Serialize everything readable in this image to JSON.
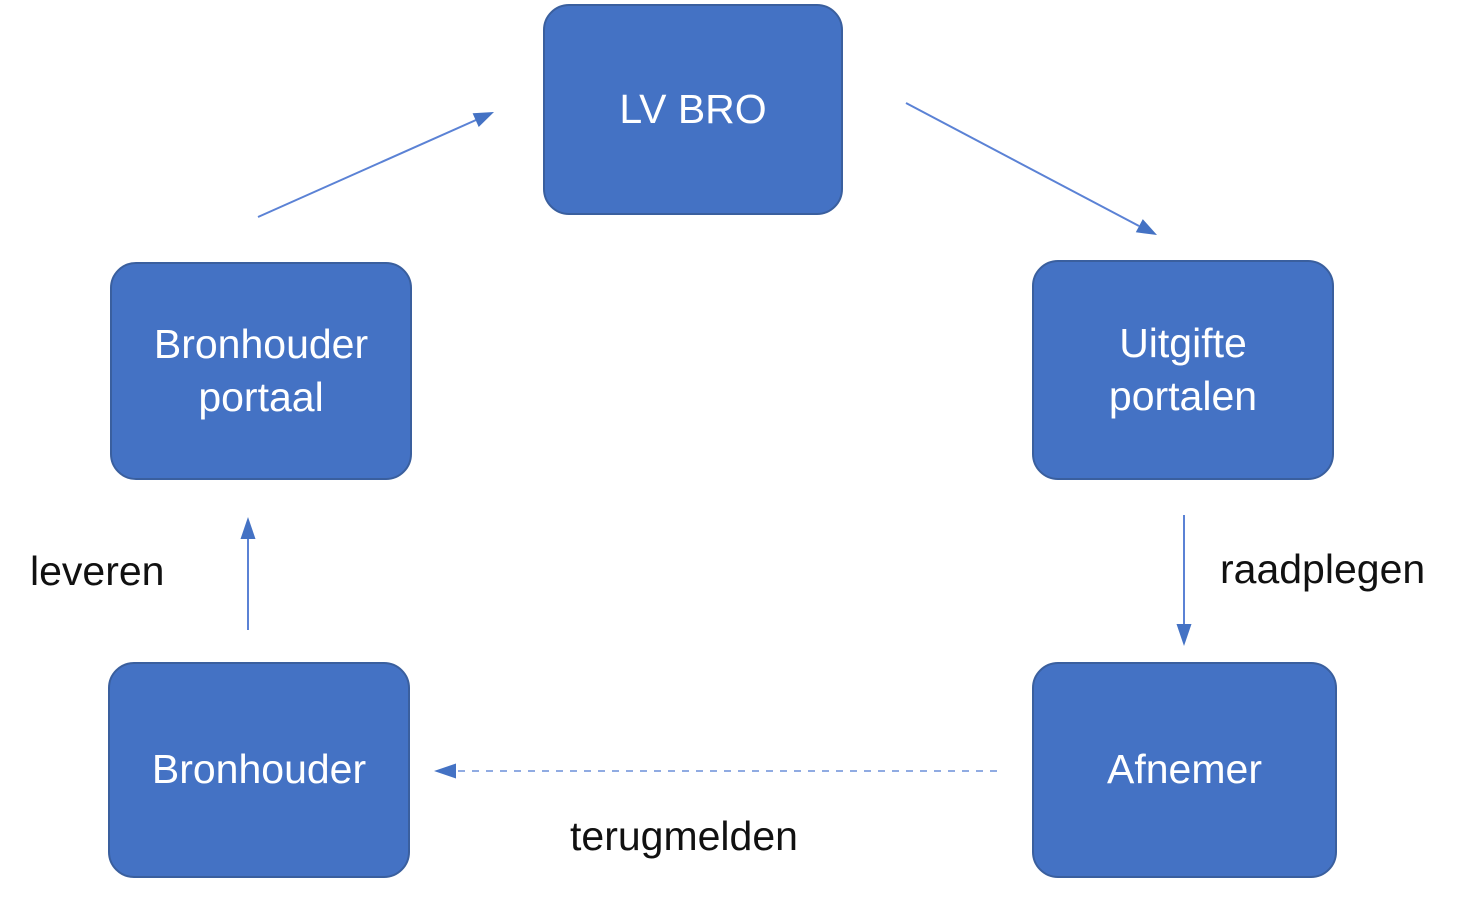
{
  "nodes": {
    "lv_bro": {
      "label": "LV BRO"
    },
    "bronhouder_portaal": {
      "label": "Bronhouder portaal"
    },
    "uitgifte_portalen": {
      "label": "Uitgifte portalen"
    },
    "bronhouder": {
      "label": "Bronhouder"
    },
    "afnemer": {
      "label": "Afnemer"
    }
  },
  "edges": {
    "aanleveren_lv": {
      "from": "Bronhouder portaal",
      "to": "LV BRO",
      "label": "",
      "style": "solid"
    },
    "uitgifte": {
      "from": "LV BRO",
      "to": "Uitgifte portalen",
      "label": "",
      "style": "solid"
    },
    "leveren": {
      "from": "Bronhouder",
      "to": "Bronhouder portaal",
      "label": "leveren",
      "style": "solid"
    },
    "raadplegen": {
      "from": "Uitgifte portalen",
      "to": "Afnemer",
      "label": "raadplegen",
      "style": "solid"
    },
    "terugmelden": {
      "from": "Afnemer",
      "to": "Bronhouder",
      "label": "terugmelden",
      "style": "dashed"
    }
  },
  "colors": {
    "node_fill": "#4472C4",
    "node_border": "#3A5F9E",
    "node_text": "#FFFFFF",
    "arrow_line": "#5B82D5",
    "arrow_head": "#4472C4",
    "label_text": "#111111",
    "background": "#FFFFFF"
  }
}
